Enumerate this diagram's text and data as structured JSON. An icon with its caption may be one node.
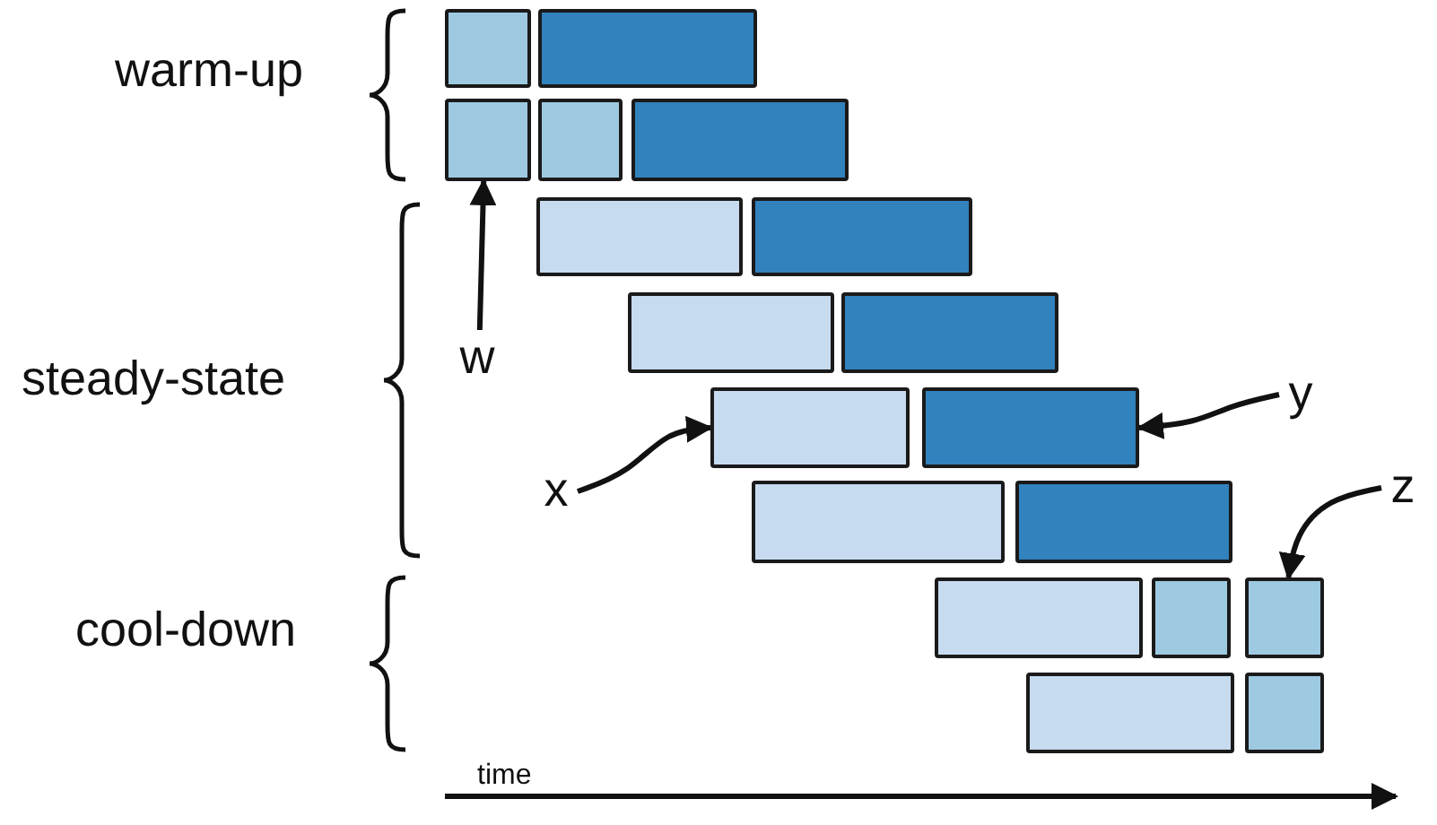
{
  "diagram": {
    "nodes": [
      {
        "text": [],
        "shape": "box"
      },
      {
        "text": [],
        "shape": "box"
      },
      {
        "text": [],
        "shape": "box"
      },
      {
        "text": [],
        "shape": "box"
      },
      {
        "text": [],
        "shape": "box"
      },
      {
        "text": [],
        "shape": "box"
      },
      {
        "text": [],
        "shape": "box"
      },
      {
        "text": [],
        "shape": "box"
      },
      {
        "text": [],
        "shape": "box"
      },
      {
        "text": [],
        "shape": "box"
      },
      {
        "text": [],
        "shape": "box"
      },
      {
        "text": [],
        "shape": "box"
      },
      {
        "text": [],
        "shape": "box"
      },
      {
        "text": [],
        "shape": "box"
      },
      {
        "text": [],
        "shape": "box"
      },
      {
        "text": [],
        "shape": "box"
      },
      {
        "text": [],
        "shape": "box"
      },
      {
        "text": [],
        "shape": "box"
      },
      {
        "text": [
          "w"
        ]
      },
      {
        "text": [
          "x"
        ]
      },
      {
        "text": [
          "y"
        ]
      },
      {
        "text": [
          "z"
        ]
      }
    ],
    "edges": [
      {
        "from": 18,
        "to": 2,
        "arrow": "to"
      },
      {
        "from": 19,
        "to": 9,
        "arrow": "to"
      },
      {
        "from": 20,
        "to": 10,
        "arrow": "to"
      },
      {
        "from": 21,
        "to": 15,
        "arrow": "to"
      }
    ],
    "labels": [
      "warm-up",
      "steady-state",
      "cool-down",
      "time"
    ]
  }
}
